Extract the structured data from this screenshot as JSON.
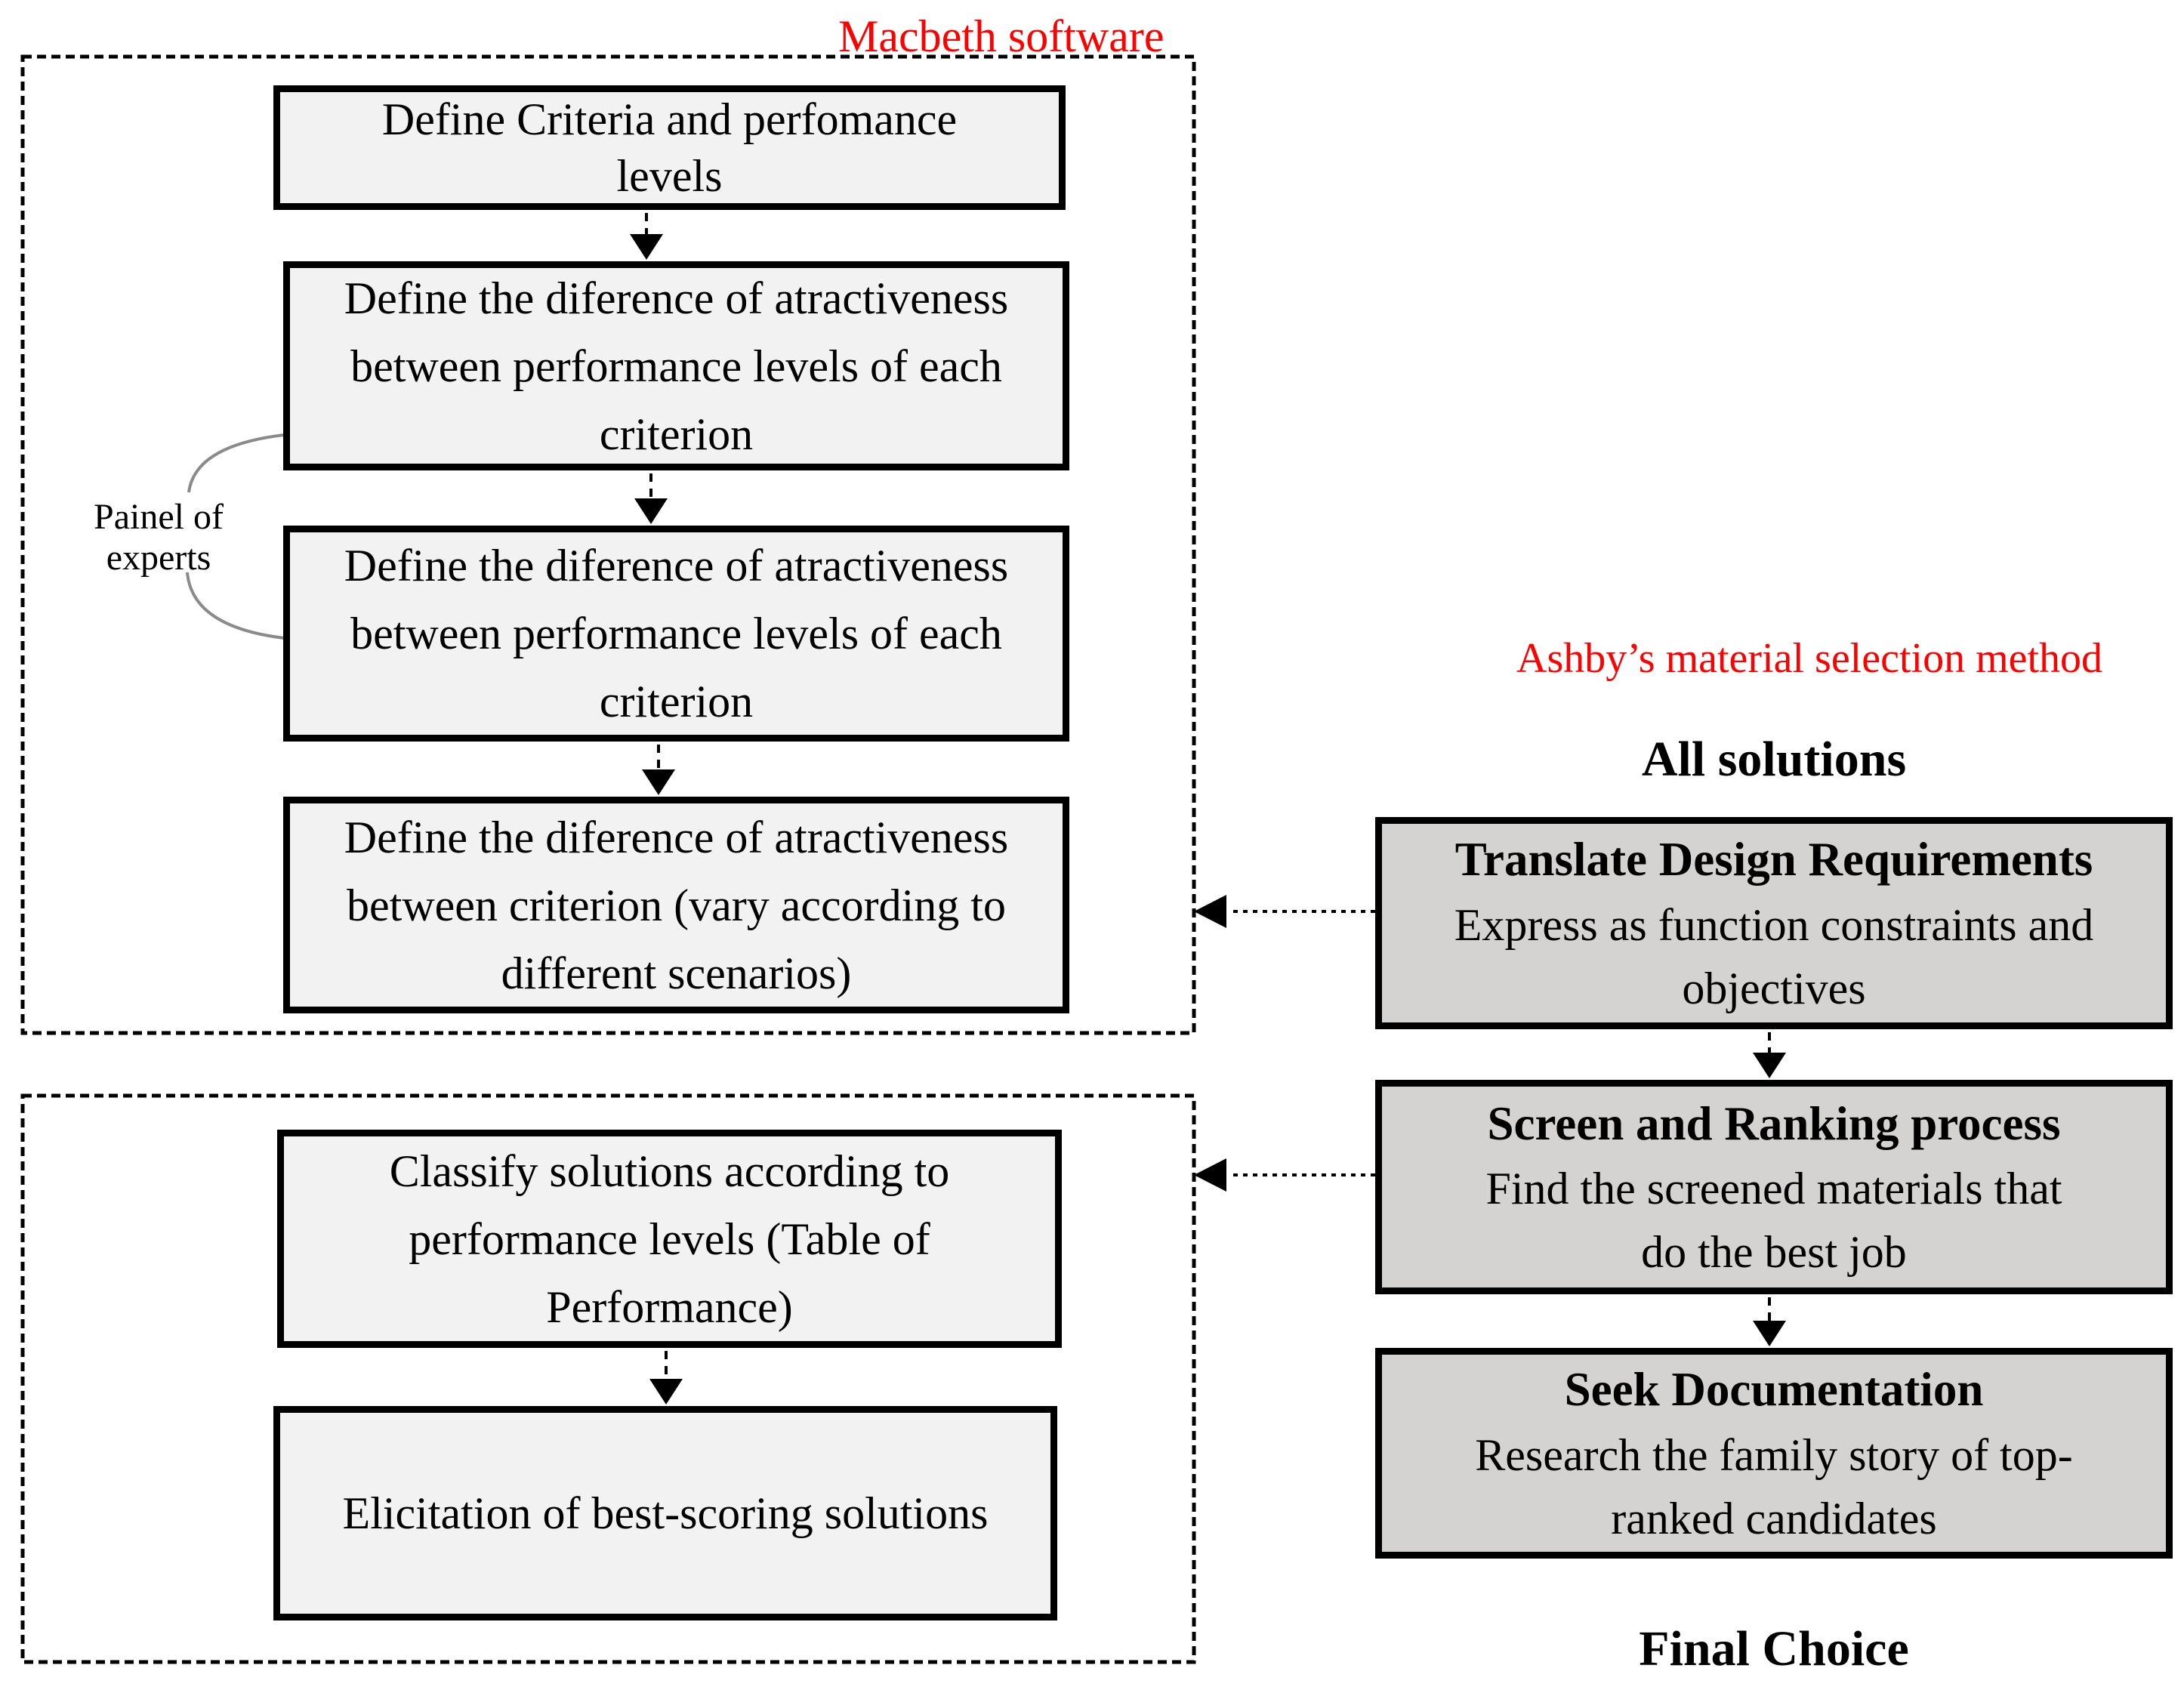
{
  "macbeth": {
    "title": "Macbeth software",
    "panel_note": "Painel of\nexperts",
    "steps": [
      {
        "text": "Define Criteria and perfomance\nlevels"
      },
      {
        "text": "Define the diference of atractiveness\nbetween performance levels of each\ncriterion"
      },
      {
        "text": "Define the diference of atractiveness\nbetween performance levels of each\ncriterion"
      },
      {
        "text": "Define the diference of atractiveness\nbetween criterion (vary according to\ndifferent scenarios)"
      }
    ],
    "output_steps": [
      {
        "text": "Classify solutions according to\nperformance levels (Table of\nPerformance)"
      },
      {
        "text": "Elicitation of best-scoring solutions"
      }
    ]
  },
  "ashby": {
    "title": "Ashby’s material selection method",
    "input_label": "All solutions",
    "output_label": "Final Choice",
    "steps": [
      {
        "title": "Translate Design Requirements",
        "body": "Express as function constraints and\nobjectives"
      },
      {
        "title": "Screen and Ranking process",
        "body": "Find the screened materials that\ndo the best job"
      },
      {
        "title": "Seek Documentation",
        "body": "Research the family story of top-\nranked candidates"
      }
    ]
  },
  "colors": {
    "accent_red": "#ff0000",
    "left_box_fill": "#f2f2f2",
    "right_box_fill": "#d5d2d2",
    "line_black": "#000000",
    "brace_gray": "#8a8a8a"
  }
}
